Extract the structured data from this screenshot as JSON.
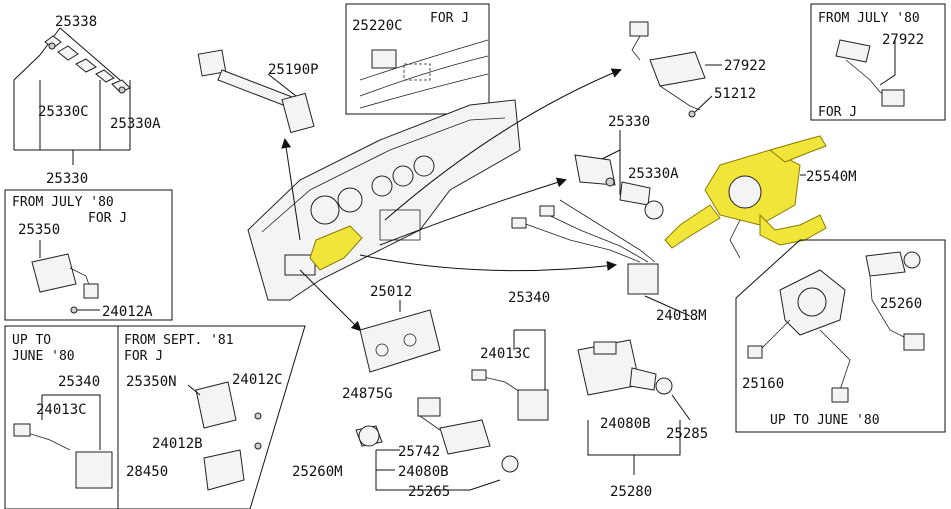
{
  "labels": {
    "p25338": "25338",
    "p25330C": "25330C",
    "p25330A_left": "25330A",
    "p25330_left": "25330",
    "p25220C": "25220C",
    "forJ_top": "FOR J",
    "p25190P": "25190P",
    "p27922": "27922",
    "p51212": "51212",
    "fromJuly80_top": "FROM JULY '80",
    "p27922_box": "27922",
    "forJ_topright": "FOR J",
    "p25330_right": "25330",
    "p25330A_right": "25330A",
    "p25540M": "25540M",
    "fromJuly80_left": "FROM JULY '80",
    "forJ_left": "FOR J",
    "p25350": "25350",
    "p24012A": "24012A",
    "p25012": "25012",
    "p25340_center": "25340",
    "p24013C_center": "24013C",
    "p24018M": "24018M",
    "p25260_right": "25260",
    "p25160": "25160",
    "upToJune80_right": "UP TO JUNE '80",
    "upTo": "UP TO",
    "june80": "JUNE '80",
    "p25340_left": "25340",
    "p24013C_left": "24013C",
    "fromSept81": "FROM SEPT. '81",
    "forJ_sept": "FOR J",
    "p25350N": "25350N",
    "p24012C": "24012C",
    "p24012B": "24012B",
    "p28450": "28450",
    "p24875G": "24875G",
    "p25742": "25742",
    "p25260M": "25260M",
    "p24080B_left": "24080B",
    "p25265": "25265",
    "p24080B_right": "24080B",
    "p25285": "25285",
    "p25280": "25280"
  },
  "colors": {
    "highlight": "#f2e53a",
    "ink": "#111111"
  }
}
